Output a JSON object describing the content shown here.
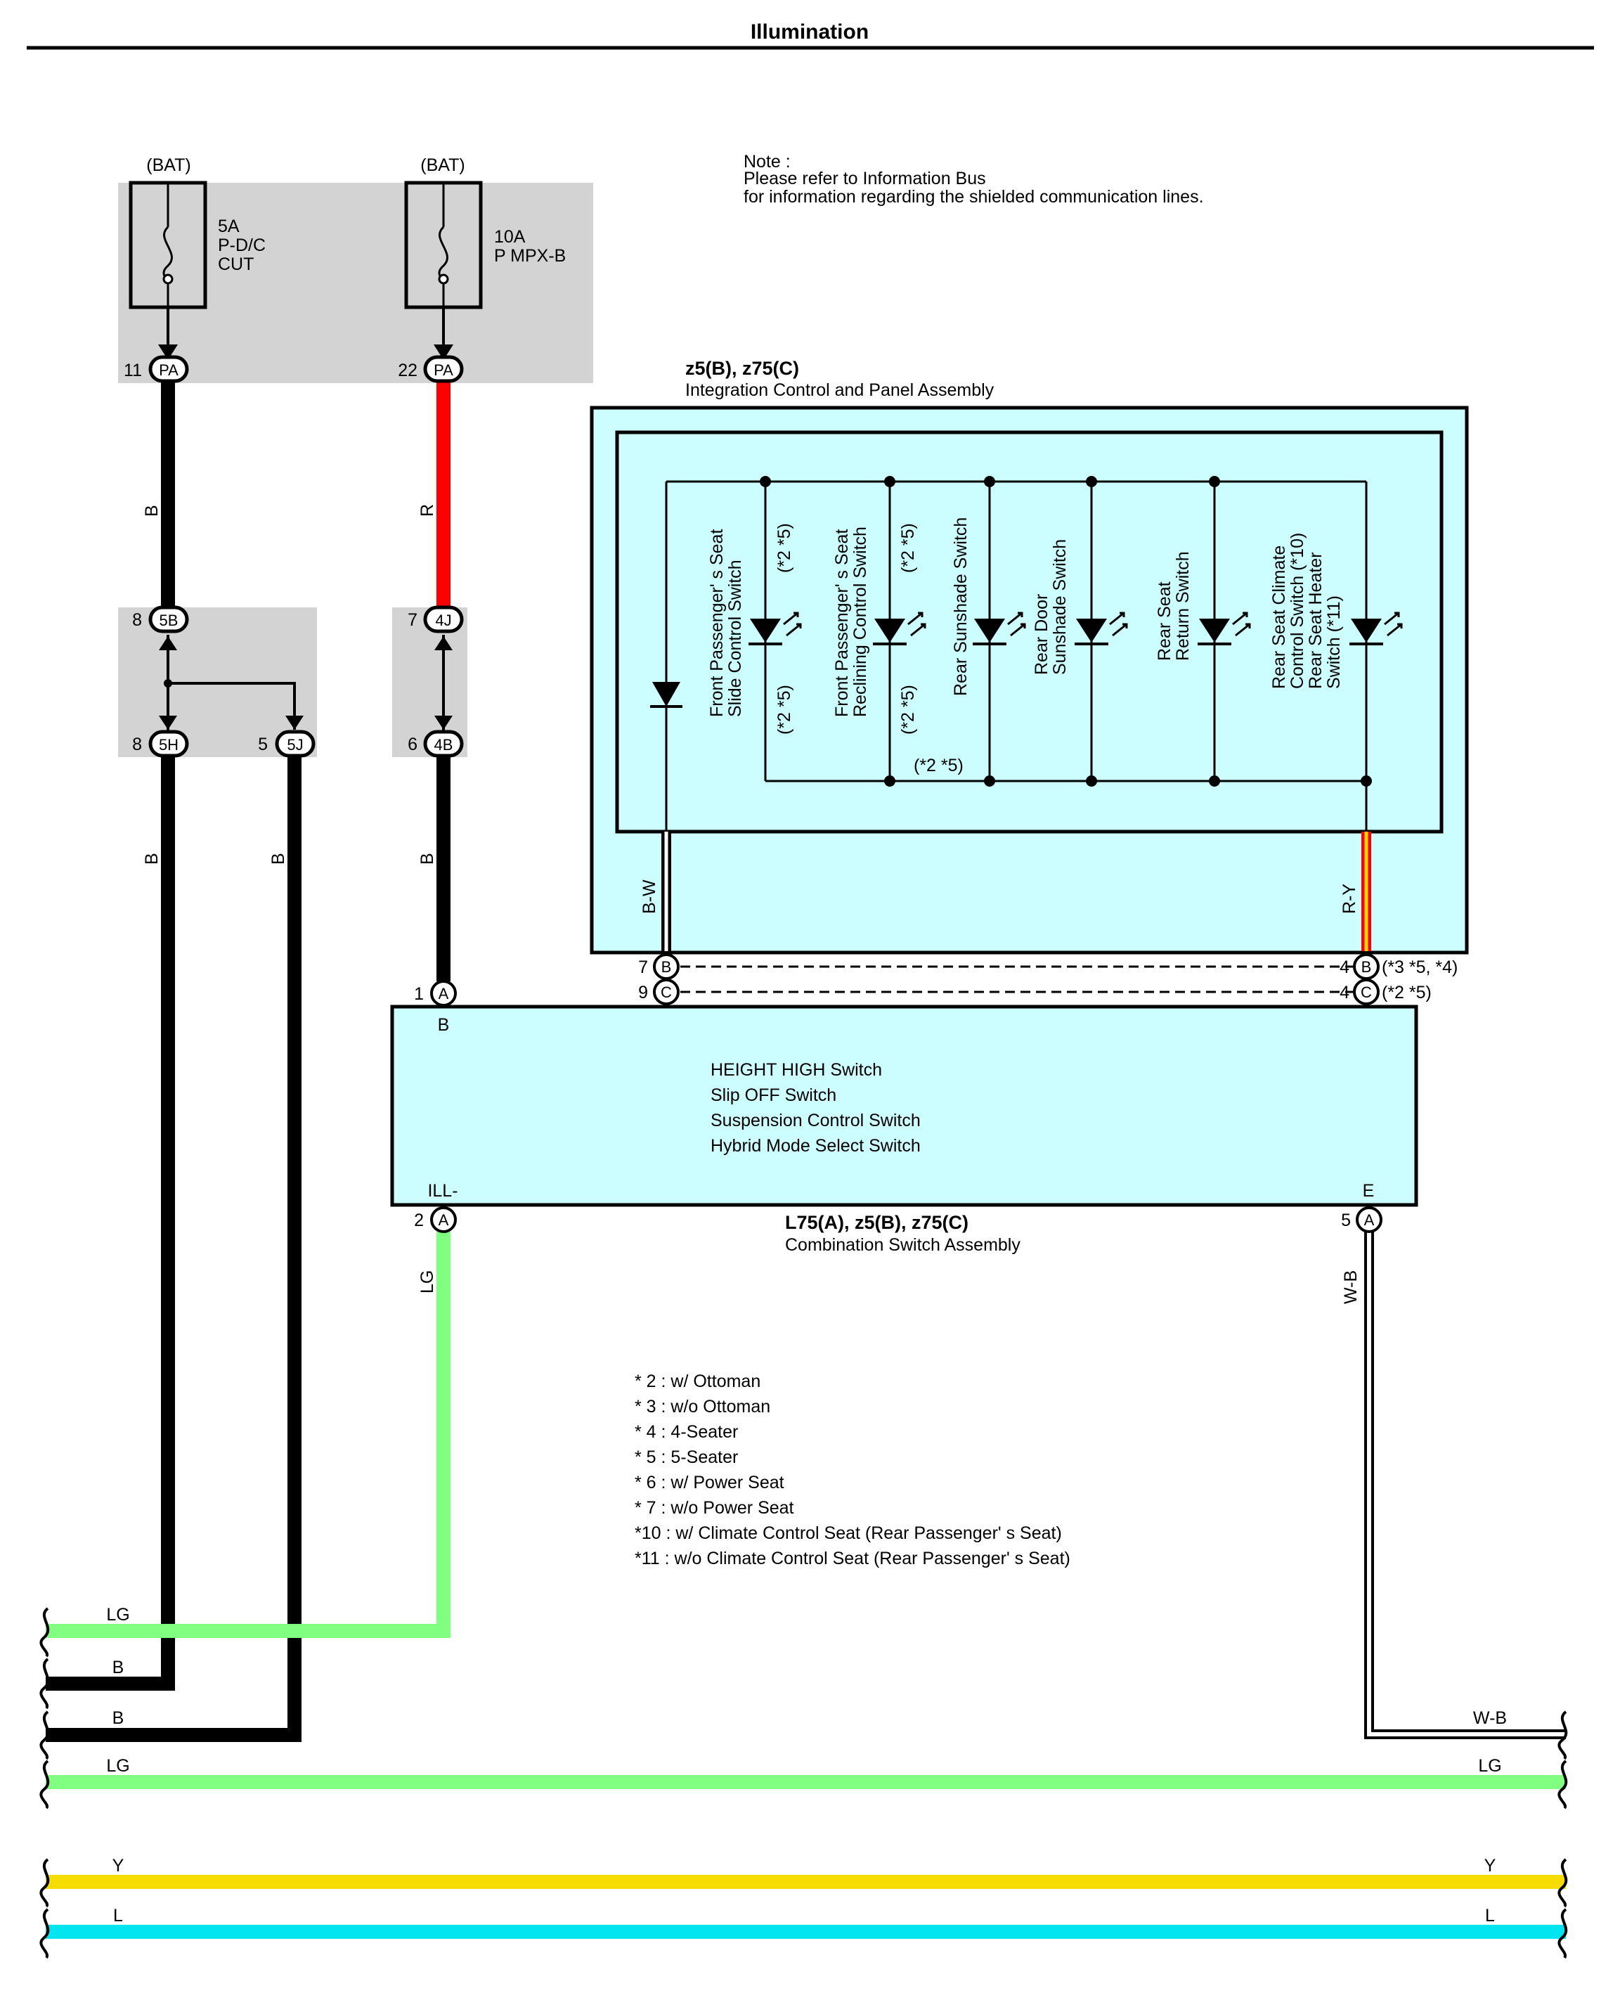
{
  "title": "Illumination",
  "note": {
    "line1": "Note :",
    "line2": "Please refer to Information Bus",
    "line3": "for information regarding the shielded communication lines."
  },
  "fuses": [
    {
      "source": "(BAT)",
      "amp": "5A",
      "name1": "P-D/C",
      "name2": "CUT",
      "pin": "11",
      "connector": "PA"
    },
    {
      "source": "(BAT)",
      "amp": "10A",
      "name1": "P MPX-B",
      "name2": "",
      "pin": "22",
      "connector": "PA"
    }
  ],
  "junctions": {
    "j5B": {
      "pin": "8",
      "label": "5B"
    },
    "j5H": {
      "pin": "8",
      "label": "5H"
    },
    "j5J": {
      "pin": "5",
      "label": "5J"
    },
    "j4J": {
      "pin": "7",
      "label": "4J"
    },
    "j4B": {
      "pin": "6",
      "label": "4B"
    }
  },
  "panel": {
    "codes": "z5(B), z75(C)",
    "name": "Integration Control and Panel Assembly",
    "switches": [
      {
        "l1": "Front Passenger' s Seat",
        "l2": "Slide Control Switch",
        "l3": ""
      },
      {
        "l1": "Front Passenger' s Seat",
        "l2": "Reclining Control Switch",
        "l3": ""
      },
      {
        "l1": "Rear Sunshade Switch",
        "l2": "",
        "l3": ""
      },
      {
        "l1": "Rear Door",
        "l2": "Sunshade Switch",
        "l3": ""
      },
      {
        "l1": "Rear Seat",
        "l2": "Return Switch",
        "l3": ""
      },
      {
        "l1": "Rear Seat Climate",
        "l2": "Control Switch (*10)",
        "l3": "Rear Seat Heater",
        "l4": "Switch (*11)"
      }
    ],
    "note25": "(*2 *5)",
    "wire_left": "B-W",
    "wire_right": "R-Y",
    "pins": {
      "b_left_pin": "7",
      "b_left_conn": "B",
      "c_left_pin": "9",
      "c_left_conn": "C",
      "b_right_pin": "4",
      "b_right_conn": "B",
      "b_right_note": "(*3 *5, *4)",
      "c_right_pin": "4",
      "c_right_conn": "C",
      "c_right_note": "(*2 *5)"
    }
  },
  "combo": {
    "codes": "L75(A), z5(B), z75(C)",
    "name": "Combination Switch Assembly",
    "switches": [
      "HEIGHT HIGH Switch",
      "Slip OFF Switch",
      "Suspension Control Switch",
      "Hybrid Mode Select Switch"
    ],
    "terminal_b": "B",
    "terminal_ill": "ILL-",
    "terminal_e": "E",
    "pin_top": "1",
    "conn_top": "A",
    "pin_ill": "2",
    "conn_ill": "A",
    "pin_e": "5",
    "conn_e": "A"
  },
  "wire_labels": {
    "b": "B",
    "r": "R",
    "lg": "LG",
    "wb": "W-B",
    "y": "Y",
    "l": "L"
  },
  "legend": [
    "* 2 : w/ Ottoman",
    "* 3 : w/o Ottoman",
    "* 4 : 4-Seater",
    "* 5 : 5-Seater",
    "* 6 : w/ Power Seat",
    "* 7 : w/o Power Seat",
    "*10 : w/ Climate Control Seat (Rear Passenger' s Seat)",
    "*11 : w/o Climate Control Seat (Rear Passenger' s Seat)"
  ],
  "colors": {
    "black": "#000000",
    "red": "#ff0000",
    "light_green": "#80ff80",
    "yellow": "#f7dc00",
    "blue": "#00e5f0",
    "gray": "#d3d3d3",
    "cyan_box": "#ccfdff"
  }
}
